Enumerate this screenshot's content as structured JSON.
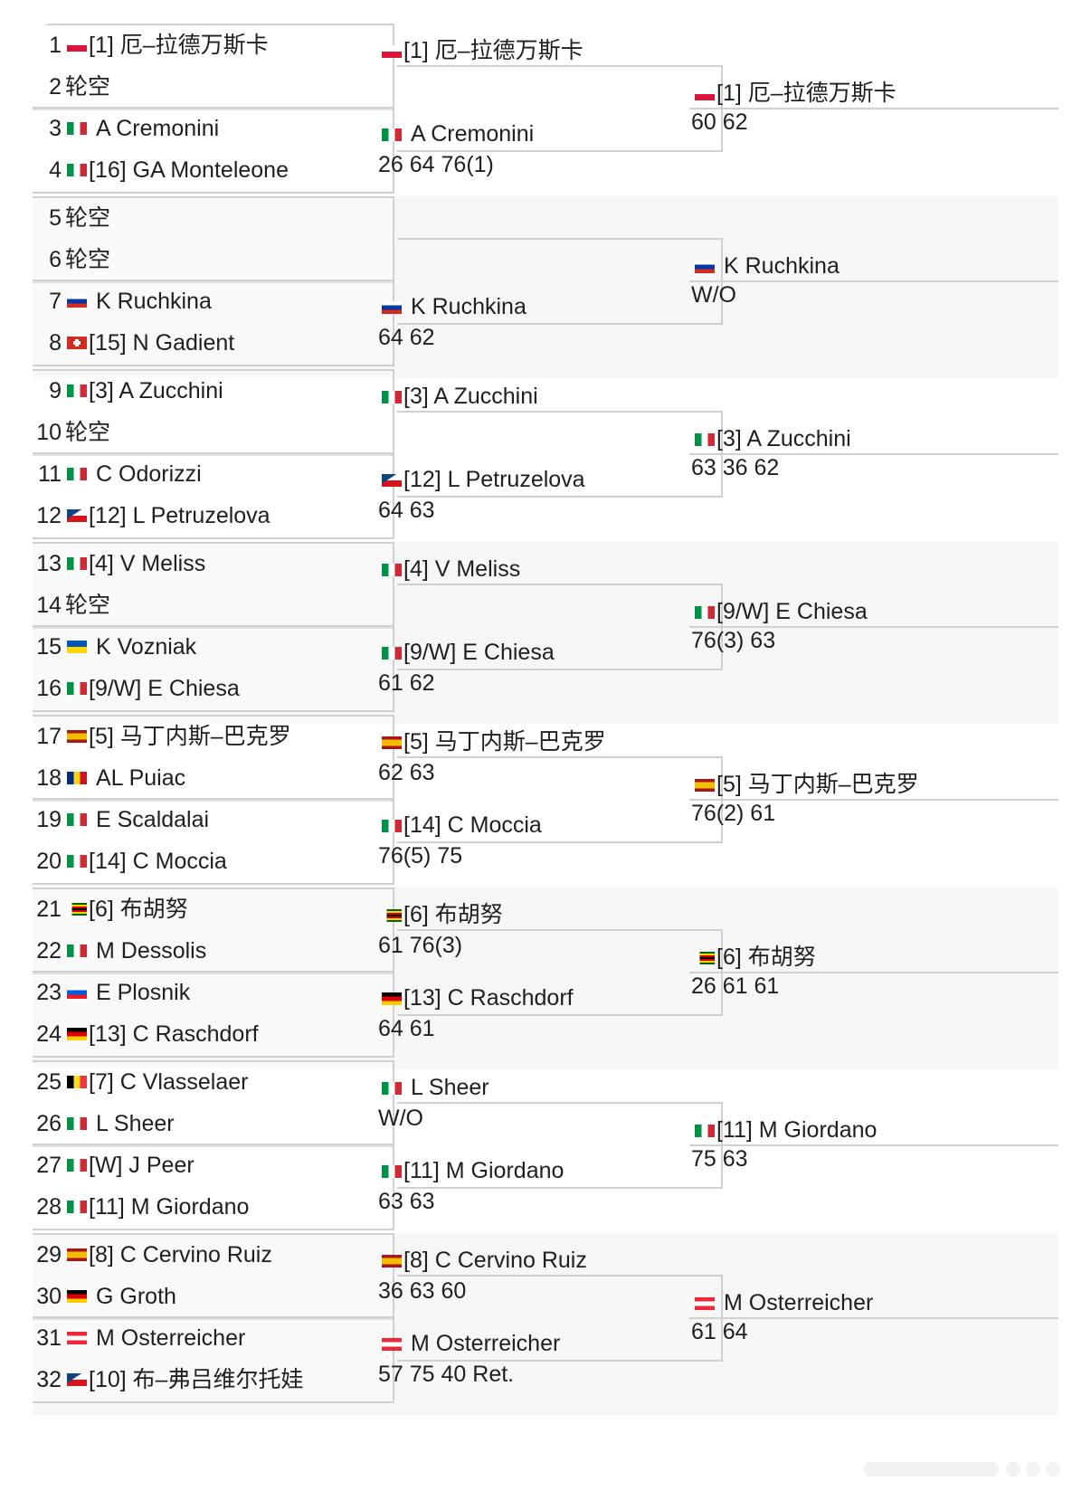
{
  "colors": {
    "line": "#d0d0d2",
    "shade": "#f6f6f7",
    "text": "#1f1f1f"
  },
  "flags": {
    "pol": [
      "#ffffff",
      "#dc143c"
    ],
    "ita": [
      "#009246",
      "#ffffff",
      "#ce2b37"
    ],
    "rus": [
      "#ffffff",
      "#0039a6",
      "#d52b1e"
    ],
    "sui": [
      "#d52b1e"
    ],
    "cze": [
      "#ffffff",
      "#d7141a",
      "#11457e"
    ],
    "ukr": [
      "#0057b7",
      "#ffd700"
    ],
    "esp": [
      "#aa151b",
      "#f1bf00",
      "#aa151b"
    ],
    "rou": [
      "#002b7f",
      "#fcd116",
      "#ce1126"
    ],
    "zim": [
      "#006400",
      "#ffd200",
      "#d40000",
      "#000000"
    ],
    "slo": [
      "#ffffff",
      "#005ce5",
      "#ed1c24"
    ],
    "ger": [
      "#000000",
      "#dd0000",
      "#ffce00"
    ],
    "bel": [
      "#000000",
      "#fdda24",
      "#ef3340"
    ],
    "aut": [
      "#ed2939",
      "#ffffff",
      "#ed2939"
    ]
  },
  "round1": [
    {
      "no": "1",
      "flag": "pol",
      "name": "[1] 厄–拉德万斯卡"
    },
    {
      "no": "2",
      "flag": "",
      "name": "轮空"
    },
    {
      "no": "3",
      "flag": "ita",
      "name": "A Cremonini",
      "gap": true
    },
    {
      "no": "4",
      "flag": "ita",
      "name": "[16] GA Monteleone"
    },
    {
      "no": "5",
      "flag": "",
      "name": "轮空"
    },
    {
      "no": "6",
      "flag": "",
      "name": "轮空"
    },
    {
      "no": "7",
      "flag": "rus",
      "name": "K Ruchkina",
      "gap": true
    },
    {
      "no": "8",
      "flag": "sui",
      "name": "[15] N Gadient"
    },
    {
      "no": "9",
      "flag": "ita",
      "name": "[3] A Zucchini"
    },
    {
      "no": "10",
      "flag": "",
      "name": "轮空"
    },
    {
      "no": "11",
      "flag": "ita",
      "name": "C Odorizzi",
      "gap": true
    },
    {
      "no": "12",
      "flag": "cze",
      "name": "[12] L Petruzelova"
    },
    {
      "no": "13",
      "flag": "ita",
      "name": "[4] V Meliss"
    },
    {
      "no": "14",
      "flag": "",
      "name": "轮空"
    },
    {
      "no": "15",
      "flag": "ukr",
      "name": "K Vozniak",
      "gap": true
    },
    {
      "no": "16",
      "flag": "ita",
      "name": "[9/W] E Chiesa"
    },
    {
      "no": "17",
      "flag": "esp",
      "name": "[5] 马丁内斯–巴克罗"
    },
    {
      "no": "18",
      "flag": "rou",
      "name": "AL Puiac",
      "gap": true
    },
    {
      "no": "19",
      "flag": "ita",
      "name": "E Scaldalai",
      "gap": true
    },
    {
      "no": "20",
      "flag": "ita",
      "name": "[14] C Moccia"
    },
    {
      "no": "21",
      "flag": "zim",
      "name": "[6] 布胡努"
    },
    {
      "no": "22",
      "flag": "ita",
      "name": "M Dessolis",
      "gap": true
    },
    {
      "no": "23",
      "flag": "slo",
      "name": "E Plosnik",
      "gap": true
    },
    {
      "no": "24",
      "flag": "ger",
      "name": "[13] C Raschdorf"
    },
    {
      "no": "25",
      "flag": "bel",
      "name": "[7] C Vlasselaer"
    },
    {
      "no": "26",
      "flag": "ita",
      "name": "L Sheer",
      "gap": true
    },
    {
      "no": "27",
      "flag": "ita",
      "name": "[W] J Peer"
    },
    {
      "no": "28",
      "flag": "ita",
      "name": "[11] M Giordano"
    },
    {
      "no": "29",
      "flag": "esp",
      "name": "[8] C Cervino Ruiz"
    },
    {
      "no": "30",
      "flag": "ger",
      "name": "G Groth",
      "gap": true
    },
    {
      "no": "31",
      "flag": "aut",
      "name": "M Osterreicher",
      "gap": true
    },
    {
      "no": "32",
      "flag": "cze",
      "name": "[10] 布–弗吕维尔托娃"
    }
  ],
  "round2": [
    {
      "flag": "pol",
      "name": "[1] 厄–拉德万斯卡",
      "score": ""
    },
    {
      "flag": "ita",
      "name": "A Cremonini",
      "gap": true,
      "score": "26 64 76(1)"
    },
    {
      "flag": "",
      "name": "",
      "score": ""
    },
    {
      "flag": "rus",
      "name": "K Ruchkina",
      "gap": true,
      "score": "64 62"
    },
    {
      "flag": "ita",
      "name": "[3] A Zucchini",
      "score": ""
    },
    {
      "flag": "cze",
      "name": "[12] L Petruzelova",
      "score": "64 63"
    },
    {
      "flag": "ita",
      "name": "[4] V Meliss",
      "score": ""
    },
    {
      "flag": "ita",
      "name": "[9/W] E Chiesa",
      "score": "61 62"
    },
    {
      "flag": "esp",
      "name": "[5] 马丁内斯–巴克罗",
      "score": "62 63"
    },
    {
      "flag": "ita",
      "name": "[14] C Moccia",
      "score": "76(5) 75"
    },
    {
      "flag": "zim",
      "name": "[6] 布胡努",
      "score": "61 76(3)"
    },
    {
      "flag": "ger",
      "name": "[13] C Raschdorf",
      "score": "64 61"
    },
    {
      "flag": "ita",
      "name": "L Sheer",
      "gap": true,
      "score": "W/O"
    },
    {
      "flag": "ita",
      "name": "[11] M Giordano",
      "score": "63 63"
    },
    {
      "flag": "esp",
      "name": "[8] C Cervino Ruiz",
      "score": "36 63 60"
    },
    {
      "flag": "aut",
      "name": "M Osterreicher",
      "gap": true,
      "score": "57 75 40 Ret."
    }
  ],
  "round3": [
    {
      "flag": "pol",
      "name": "[1] 厄–拉德万斯卡",
      "score": "60 62"
    },
    {
      "flag": "rus",
      "name": "K Ruchkina",
      "gap": true,
      "score": "W/O"
    },
    {
      "flag": "ita",
      "name": "[3] A Zucchini",
      "score": "63 36 62"
    },
    {
      "flag": "ita",
      "name": "[9/W] E Chiesa",
      "score": "76(3) 63"
    },
    {
      "flag": "esp",
      "name": "[5] 马丁内斯–巴克罗",
      "score": "76(2) 61"
    },
    {
      "flag": "zim",
      "name": "[6] 布胡努",
      "score": "26 61 61"
    },
    {
      "flag": "ita",
      "name": "[11] M Giordano",
      "score": "75 63"
    },
    {
      "flag": "aut",
      "name": "M Osterreicher",
      "gap": true,
      "score": "61 64"
    }
  ]
}
